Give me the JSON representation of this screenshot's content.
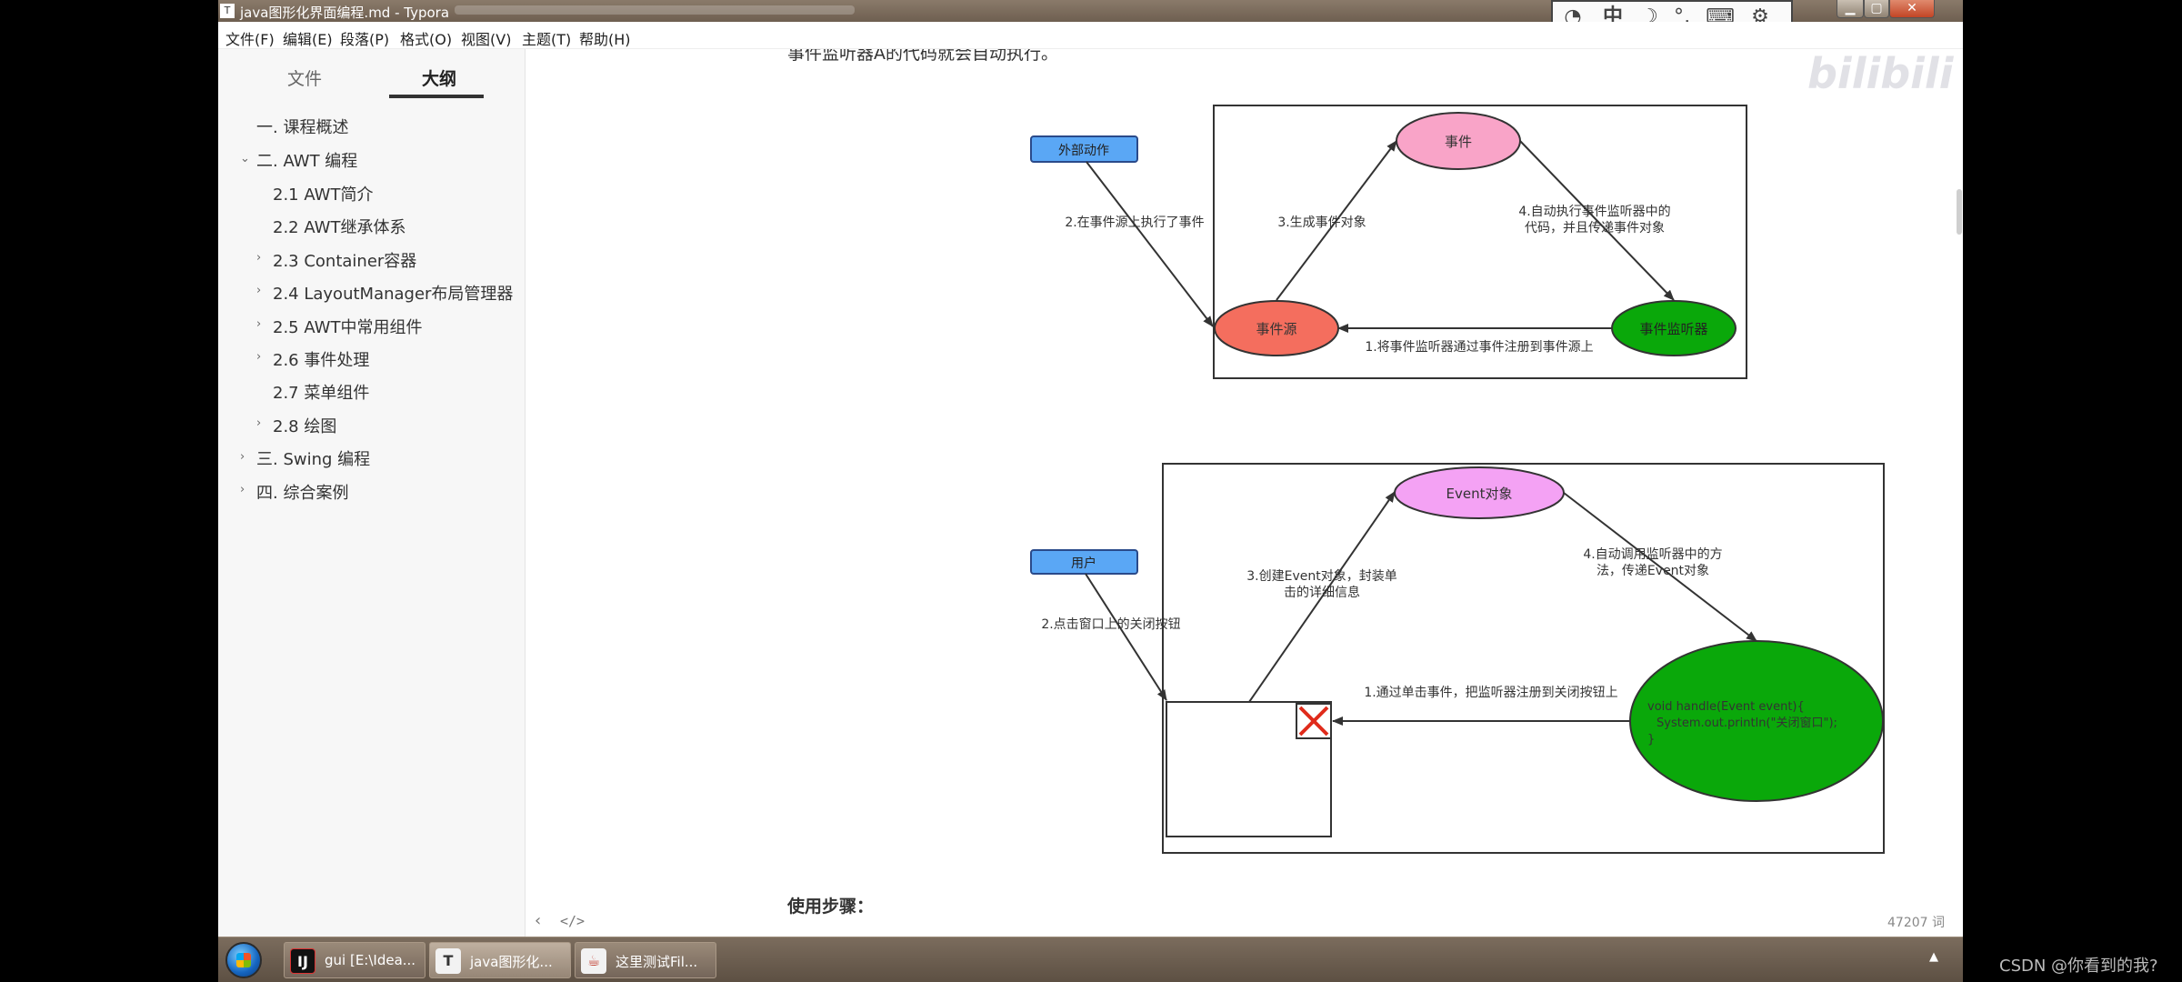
{
  "window": {
    "title": "java图形化界面编程.md - Typora",
    "controls": {
      "minimize": "▁",
      "maximize": "▢",
      "close": "✕"
    }
  },
  "ime": {
    "lang": "中"
  },
  "menu": [
    "文件(F)",
    "编辑(E)",
    "段落(P)",
    "格式(O)",
    "视图(V)",
    "主题(T)",
    "帮助(H)"
  ],
  "sidebar": {
    "tabs": [
      "文件",
      "大纲"
    ],
    "active_tab": "大纲",
    "outline": [
      {
        "label": "一. 课程概述",
        "level": 1,
        "expand": "none"
      },
      {
        "label": "二. AWT 编程",
        "level": 1,
        "expand": "open"
      },
      {
        "label": "2.1 AWT简介",
        "level": 2,
        "expand": "none"
      },
      {
        "label": "2.2 AWT继承体系",
        "level": 2,
        "expand": "none"
      },
      {
        "label": "2.3 Container容器",
        "level": 2,
        "expand": "closed"
      },
      {
        "label": "2.4 LayoutManager布局管理器",
        "level": 2,
        "expand": "closed"
      },
      {
        "label": "2.5 AWT中常用组件",
        "level": 2,
        "expand": "closed"
      },
      {
        "label": "2.6 事件处理",
        "level": 2,
        "expand": "closed"
      },
      {
        "label": "2.7 菜单组件",
        "level": 2,
        "expand": "none"
      },
      {
        "label": "2.8 绘图",
        "level": 2,
        "expand": "closed"
      },
      {
        "label": "三. Swing 编程",
        "level": 1,
        "expand": "closed"
      },
      {
        "label": "四. 综合案例",
        "level": 1,
        "expand": "closed"
      }
    ]
  },
  "content": {
    "partial_top_text": "事件监听器A的代码就会自动执行。",
    "partial_bottom_text": "使用步骤：",
    "watermark": "bilibili",
    "diagram1": {
      "external_action": "外部动作",
      "event": "事件",
      "event_source": "事件源",
      "event_listener": "事件监听器",
      "step1": "1.将事件监听器通过事件注册到事件源上",
      "step2": "2.在事件源上执行了事件",
      "step3": "3.生成事件对象",
      "step4_line1": "4.自动执行事件监听器中的",
      "step4_line2": "代码，并且传递事件对象"
    },
    "diagram2": {
      "user": "用户",
      "event_object": "Event对象",
      "step1": "1.通过单击事件，把监听器注册到关闭按钮上",
      "step2": "2.点击窗口上的关闭按钮",
      "step3_line1": "3.创建Event对象，封装单",
      "step3_line2": "击的详细信息",
      "step4_line1": "4.自动调用监听器中的方",
      "step4_line2": "法，传递Event对象",
      "code_line1": "void handle(Event event){",
      "code_line2": "System.out.println(\"关闭窗口\");",
      "code_line3": "}"
    },
    "footer": {
      "back": "‹",
      "source_mode": "</>",
      "word_count": "47207 词"
    }
  },
  "taskbar": {
    "items": [
      {
        "label": "gui [E:\\Idea...",
        "icon": "IJ",
        "active": false
      },
      {
        "label": "java图形化...",
        "icon": "T",
        "active": true
      },
      {
        "label": "这里测试Fil...",
        "icon": "☕",
        "active": false
      }
    ],
    "tray_arrow": "▲"
  },
  "csdn_mark": "CSDN @你看到的我?",
  "colors": {
    "external_box": "#5aa7f5",
    "event_pink": "#f9a4c8",
    "source_red": "#f46e5e",
    "listener_green": "#0aa80a",
    "event_object_violet": "#f4a2f4"
  }
}
